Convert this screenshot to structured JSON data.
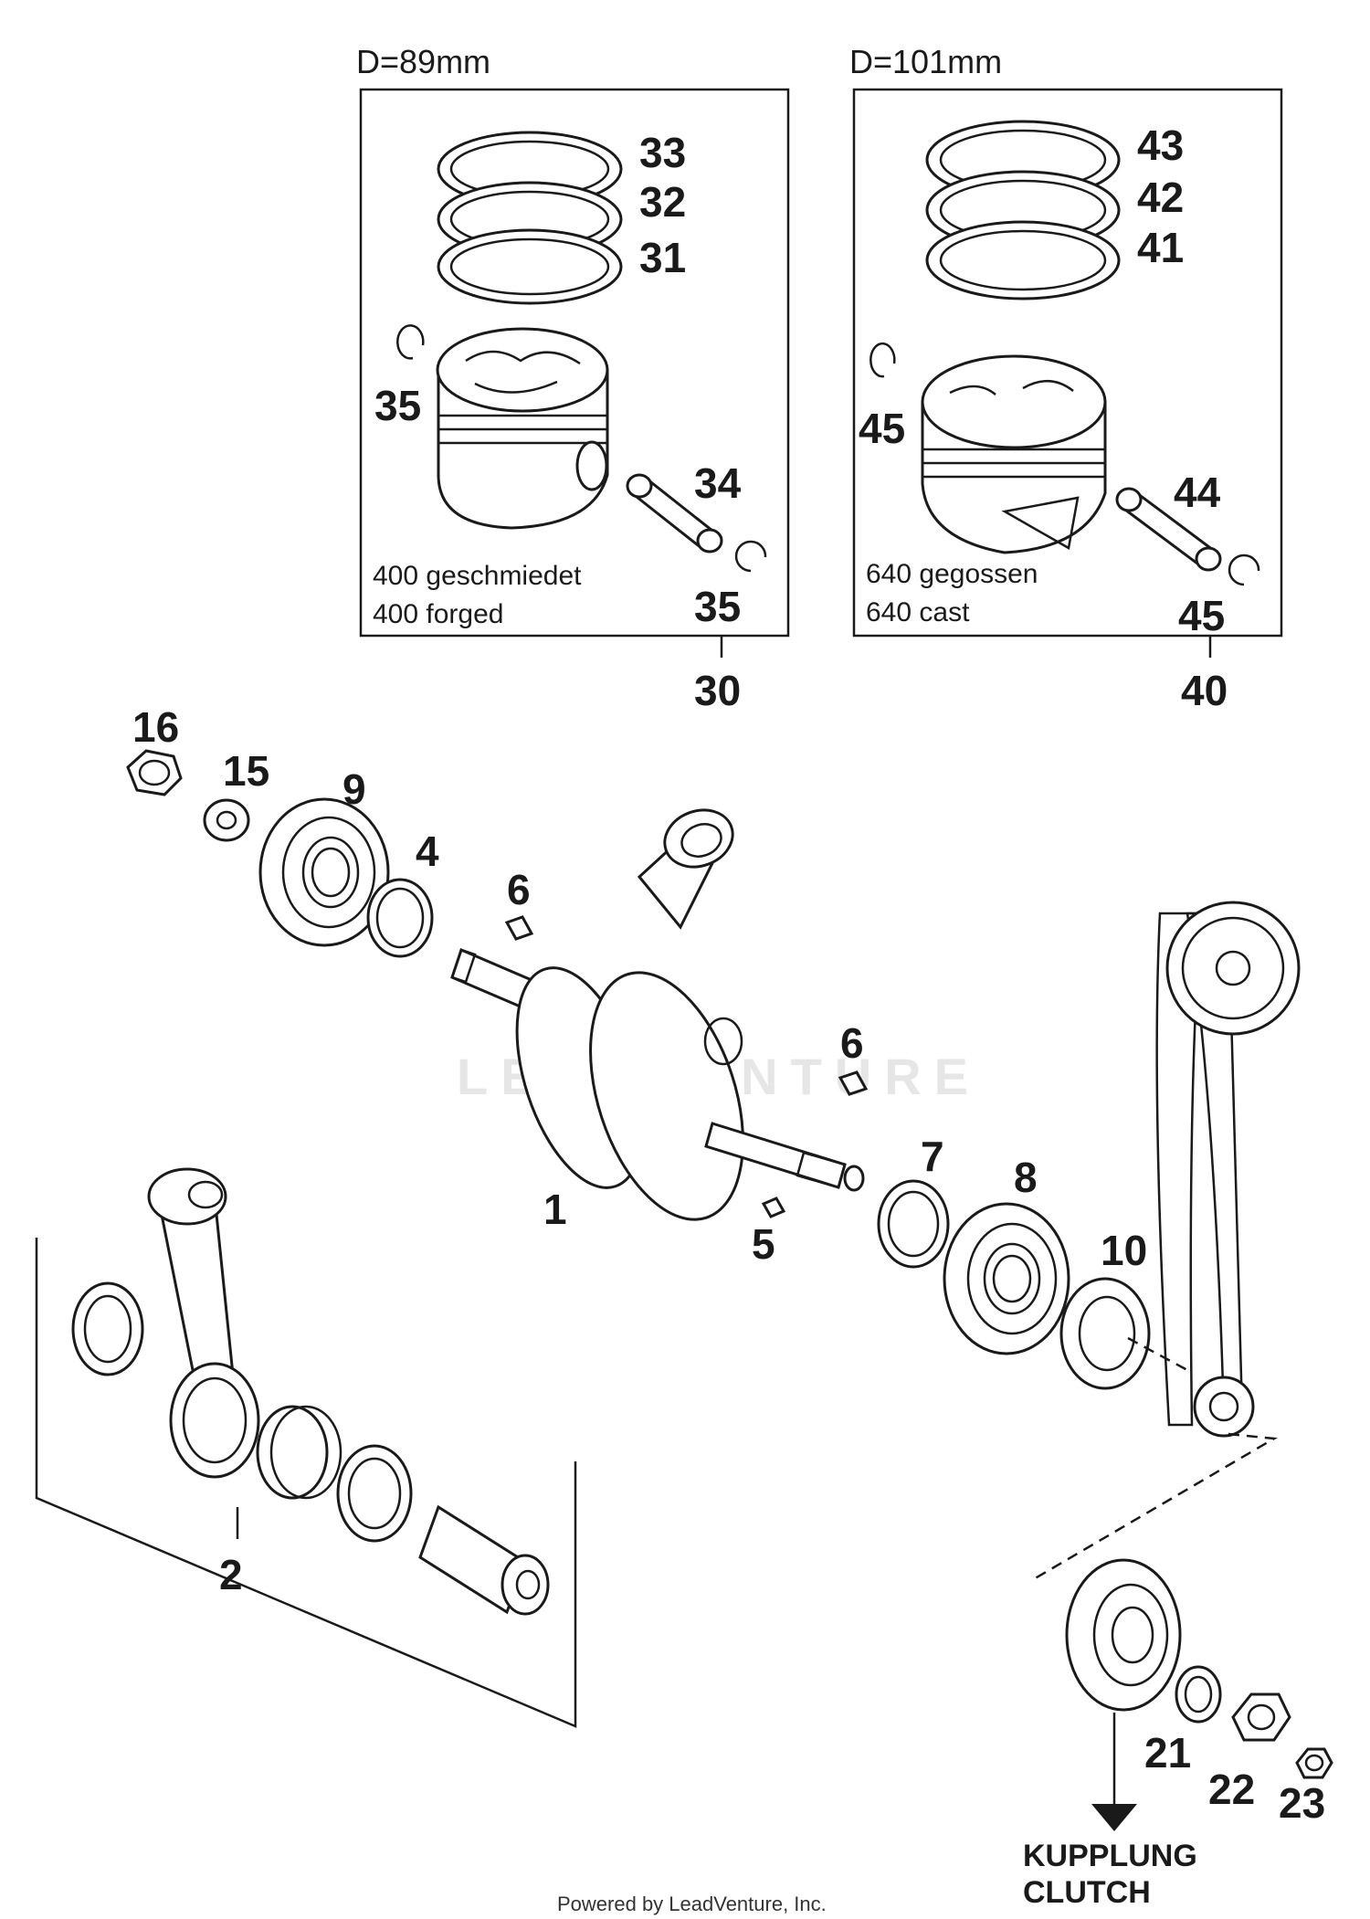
{
  "watermark": "LEADVENTURE",
  "credit": "Powered by LeadVenture, Inc.",
  "box_forged": {
    "diameter_label": "D=89mm",
    "note_de": "400 geschmiedet",
    "note_en": "400 forged",
    "callouts": [
      "33",
      "32",
      "31",
      "35",
      "34",
      "35"
    ],
    "group_callout": "30"
  },
  "box_cast": {
    "diameter_label": "D=101mm",
    "note_de": "640 gegossen",
    "note_en": "640 cast",
    "callouts": [
      "43",
      "42",
      "41",
      "45",
      "44",
      "45"
    ],
    "group_callout": "40"
  },
  "crank_callouts": {
    "nut": "16",
    "washer": "15",
    "bearing_left": "9",
    "shim_left": "4",
    "key_top": "6",
    "key_right": "6",
    "crankshaft": "1",
    "key_bottom": "5",
    "shim_right": "7",
    "bearing_right": "8",
    "seal": "10",
    "conrod_kit": "2"
  },
  "gear_callouts": {
    "washer": "21",
    "nut": "22",
    "small_nut": "23"
  },
  "clutch_label": {
    "line1": "KUPPLUNG",
    "line2": "CLUTCH"
  }
}
